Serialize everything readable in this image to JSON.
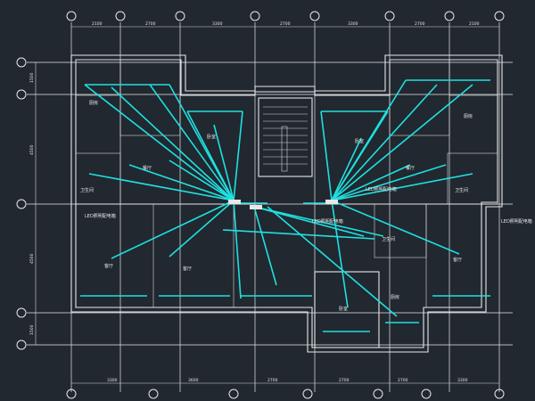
{
  "colors": {
    "background": "#212830",
    "lines": "#e8e8e8",
    "wiring": "#1fe0e0"
  },
  "dimensions": {
    "top": [
      "2100",
      "2700",
      "3300",
      "2700",
      "3300",
      "2700",
      "2100"
    ],
    "bottom": [
      "3300",
      "3600",
      "2700",
      "2700",
      "2700",
      "3300"
    ],
    "left": [
      "1500",
      "4500",
      "4500",
      "1500"
    ]
  },
  "room_labels": {
    "kitchen_left": "厨房",
    "kitchen_right": "厨房",
    "kitchen_bottom": "厨房",
    "bath_left": "卫生间",
    "bath_right": "卫生间",
    "bath_bottom": "卫生间",
    "dining_left": "餐厅",
    "dining_right": "餐厅",
    "hall_left": "客厅",
    "hall_mid": "客厅",
    "hall_right": "客厅",
    "bed_left": "卧室",
    "bed_mid": "卧室",
    "bed_right": "卧室"
  },
  "panel_labels": {
    "left": "LED照明配电箱",
    "right": "LED照明配电箱",
    "center": "LED照明配电箱",
    "far_right": "LED照明配电箱"
  }
}
